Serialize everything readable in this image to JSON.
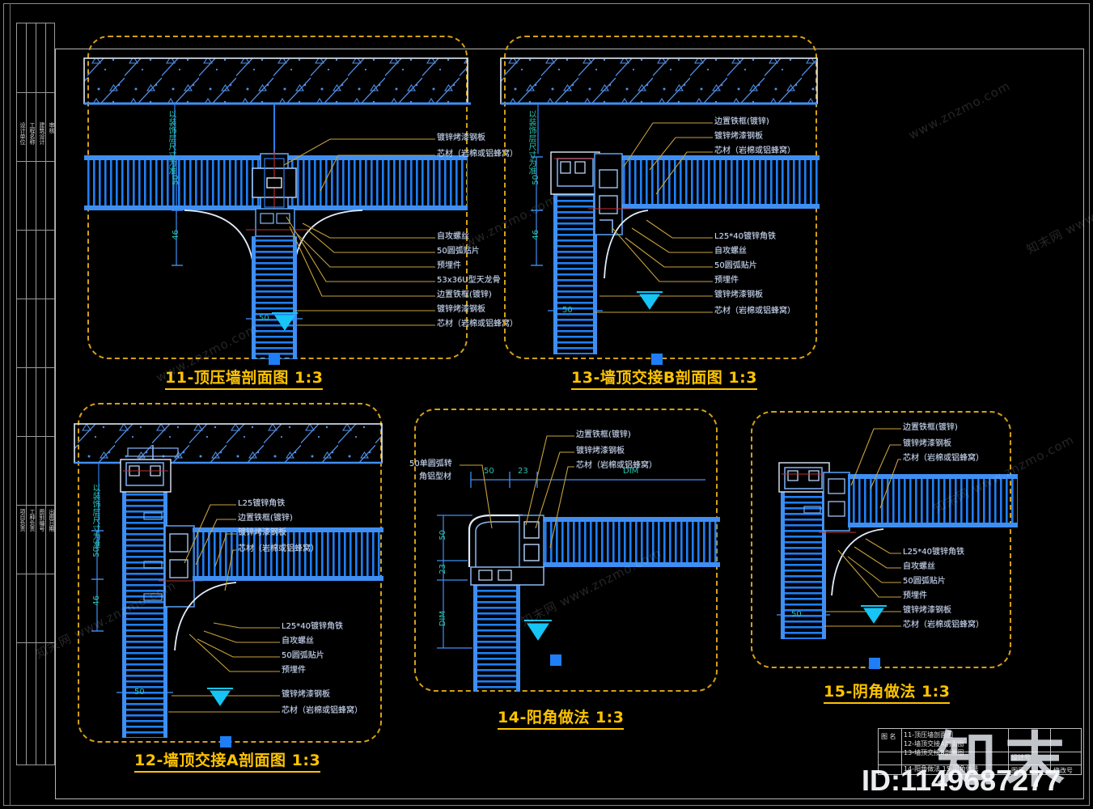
{
  "sheet": {
    "background_color": "#000000",
    "frame_color": "#9a9a9a",
    "panel_dash_color": "#d4a017",
    "line_color": "#1f7ef5",
    "label_color": "#c9d4e8",
    "dim_color": "#29c3b0",
    "title_color": "#ffc400",
    "leader_color": "#c8a23c"
  },
  "left_strip": {
    "cells": [
      {
        "text": "设计单位"
      },
      {
        "text": "工程名称"
      },
      {
        "text": "建筑设计"
      },
      {
        "text": "审核"
      },
      {
        "text": "项目负责"
      },
      {
        "text": "工种负责"
      },
      {
        "text": "图别编号"
      },
      {
        "text": "出图日期"
      }
    ]
  },
  "materials": {
    "steel_plate": "镀锌烤漆钢板",
    "core": "芯材（岩棉或铝蜂窝）",
    "self_tapping_screw": "自攻螺丝",
    "arc_patch_50": "50圆弧贴片",
    "embedded_part": "预埋件",
    "u_keel": "53x36U型天龙骨",
    "edge_iron_frame": "边置铁框(镀锌)",
    "angle_iron_l25": "L25镀锌角铁",
    "angle_iron_l25_40": "L25*40镀锌角铁",
    "arc_corner_profile": "50单圆弧转角\n角铝型材",
    "arc_corner_profile_l1": "50单圆弧转",
    "arc_corner_profile_l2": "角铝型材"
  },
  "panels": [
    {
      "id": "detail-11",
      "title": "11-顶压墙剖面图  1:3",
      "dimensions": {
        "note_vertical": "以装饰层尺寸为准",
        "d1": "50",
        "d2": "46",
        "d3": "50"
      },
      "callouts_top": [
        "镀锌烤漆钢板",
        "芯材（岩棉或铝蜂窝）"
      ],
      "callouts_bottom": [
        "自攻螺丝",
        "50圆弧贴片",
        "预埋件",
        "53x36U型天龙骨",
        "边置铁框(镀锌)",
        "镀锌烤漆钢板",
        "芯材（岩棉或铝蜂窝）"
      ]
    },
    {
      "id": "detail-13",
      "title": "13-墙顶交接B剖面图  1:3",
      "dimensions": {
        "note_vertical": "以装饰层尺寸为准",
        "d1": "50",
        "d2": "46",
        "d3": "50"
      },
      "callouts_top": [
        "边置铁框(镀锌)",
        "镀锌烤漆钢板",
        "芯材（岩棉或铝蜂窝）"
      ],
      "callouts_bottom": [
        "L25*40镀锌角铁",
        "自攻螺丝",
        "50圆弧贴片",
        "预埋件",
        "镀锌烤漆钢板",
        "芯材（岩棉或铝蜂窝）"
      ]
    },
    {
      "id": "detail-12",
      "title": "12-墙顶交接A剖面图  1:3",
      "dimensions": {
        "note_vertical": "以装饰层尺寸为准",
        "d1": "50",
        "d2": "46",
        "d3": "50"
      },
      "callouts_top": [
        "L25镀锌角铁",
        "边置铁框(镀锌)",
        "镀锌烤漆钢板",
        "芯材（岩棉或铝蜂窝）"
      ],
      "callouts_bottom": [
        "L25*40镀锌角铁",
        "自攻螺丝",
        "50圆弧贴片",
        "预埋件",
        "镀锌烤漆钢板",
        "芯材（岩棉或铝蜂窝）"
      ]
    },
    {
      "id": "detail-14",
      "title": "14-阳角做法  1:3",
      "dimensions": {
        "top_d1": "50",
        "top_d2": "23",
        "top_d3": "DIM",
        "left_d1": "50",
        "left_d2": "23",
        "left_d3": "DIM"
      },
      "callouts_top": [
        "边置铁框(镀锌)",
        "镀锌烤漆钢板",
        "芯材（岩棉或铝蜂窝）"
      ],
      "callouts_left": [
        "50单圆弧转",
        "角铝型材"
      ]
    },
    {
      "id": "detail-15",
      "title": "15-阴角做法  1:3",
      "dimensions": {
        "d1": "50"
      },
      "callouts_top": [
        "边置铁框(镀锌)",
        "镀锌烤漆钢板",
        "芯材（岩棉或铝蜂窝）"
      ],
      "callouts_bottom": [
        "L25*40镀锌角铁",
        "自攻螺丝",
        "50圆弧贴片",
        "预埋件",
        "镀锌烤漆钢板",
        "芯材（岩棉或铝蜂窝）"
      ]
    }
  ],
  "title_block": {
    "label_drawing_name": "图 名",
    "items": [
      "11-顶压墙剖面图",
      "12-墙顶交接A剖面图",
      "13-墙顶交接B剖面图",
      "14-阳角做法  15-阴角做法"
    ],
    "label_design_no": "设计号",
    "label_drawing_no": "图号",
    "label_revision": "修改号"
  },
  "watermarks": {
    "brand": "知末",
    "id": "ID:1149687277",
    "url_a": "www.znzmo.com",
    "url_b": "知末网 www.znzmo.com"
  }
}
